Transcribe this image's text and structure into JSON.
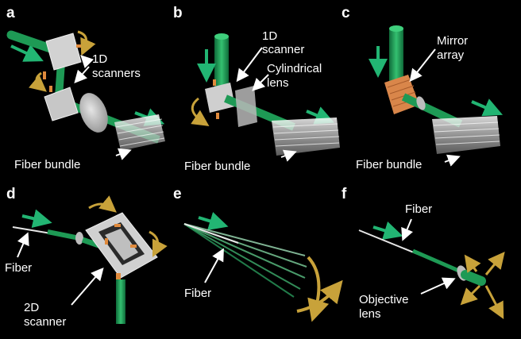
{
  "colors": {
    "background": "#000000",
    "fiber_green": "#1e9a55",
    "fiber_green_light": "#3fcf7c",
    "beam_arrow": "#22b573",
    "rotation_arrow": "#c8a23a",
    "mirror_gray": "#c9c9c9",
    "actuator_orange": "#e08a3c",
    "mirror_array_orange": "#d9864a",
    "text": "#ffffff"
  },
  "panels": [
    {
      "id": "a",
      "letter": "a",
      "labels": {
        "scanners": [
          "1D",
          "scanners"
        ],
        "bundle": "Fiber bundle"
      }
    },
    {
      "id": "b",
      "letter": "b",
      "labels": {
        "scanner": [
          "1D",
          "scanner"
        ],
        "lens": [
          "Cylindrical",
          "lens"
        ],
        "bundle": "Fiber bundle"
      }
    },
    {
      "id": "c",
      "letter": "c",
      "labels": {
        "mirror": [
          "Mirror",
          "array"
        ],
        "bundle": "Fiber bundle"
      }
    },
    {
      "id": "d",
      "letter": "d",
      "labels": {
        "fiber": "Fiber",
        "scanner": [
          "2D",
          "scanner"
        ]
      }
    },
    {
      "id": "e",
      "letter": "e",
      "labels": {
        "fiber": "Fiber"
      }
    },
    {
      "id": "f",
      "letter": "f",
      "labels": {
        "fiber": "Fiber",
        "lens": [
          "Objective",
          "lens"
        ]
      }
    }
  ]
}
